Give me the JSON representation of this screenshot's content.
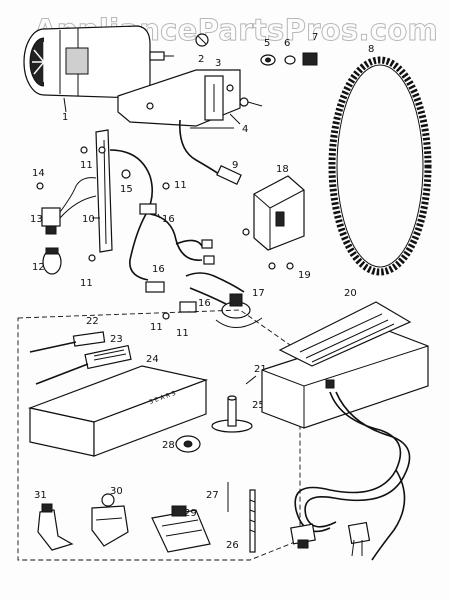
{
  "watermark": "AppliancePartsPros.com",
  "callouts": {
    "c1": "1",
    "c2": "2",
    "c3": "3",
    "c4": "4",
    "c5": "5",
    "c6": "6",
    "c7": "7",
    "c8": "8",
    "c9": "9",
    "c10": "10",
    "c11": "11",
    "c12": "12",
    "c13": "13",
    "c14": "14",
    "c15": "15",
    "c16": "16",
    "c17": "17",
    "c18": "18",
    "c19": "19",
    "c20": "20",
    "c21": "21",
    "c22": "22",
    "c23": "23",
    "c24": "24",
    "c25": "25",
    "c26": "26",
    "c27": "27",
    "c28": "28",
    "c29": "29",
    "c30": "30",
    "c31": "31"
  },
  "box_text": "SEARS"
}
